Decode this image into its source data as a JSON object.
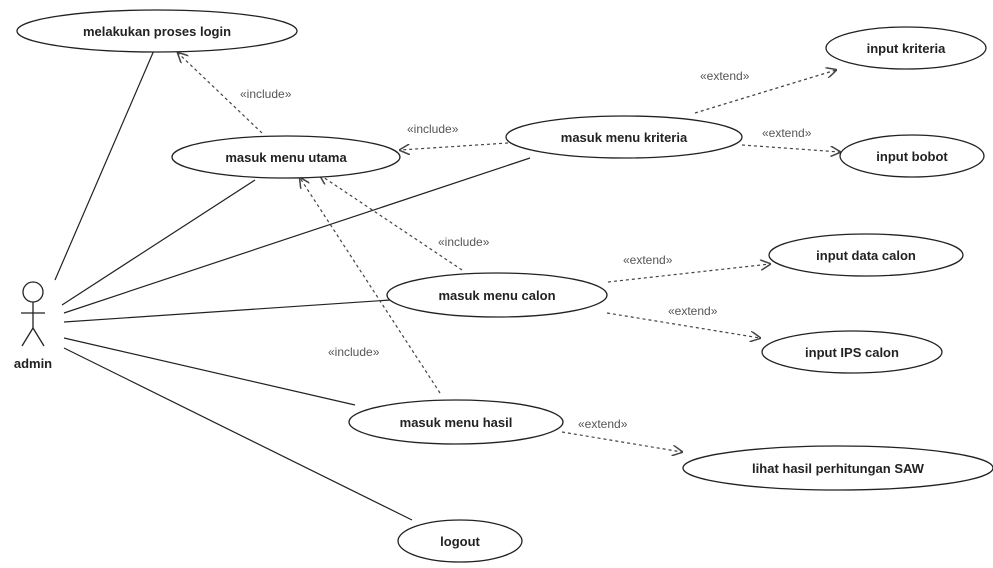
{
  "actor": {
    "name": "admin"
  },
  "use_cases": {
    "login": "melakukan proses login",
    "menu_utama": "masuk menu utama",
    "menu_kriteria": "masuk menu kriteria",
    "input_kriteria": "input kriteria",
    "input_bobot": "input bobot",
    "menu_calon": "masuk menu calon",
    "input_data_calon": "input data calon",
    "input_ips_calon": "input IPS calon",
    "menu_hasil": "masuk menu hasil",
    "lihat_hasil": "lihat hasil perhitungan SAW",
    "logout": "logout"
  },
  "stereotypes": {
    "include": "«include»",
    "extend": "«extend»"
  }
}
